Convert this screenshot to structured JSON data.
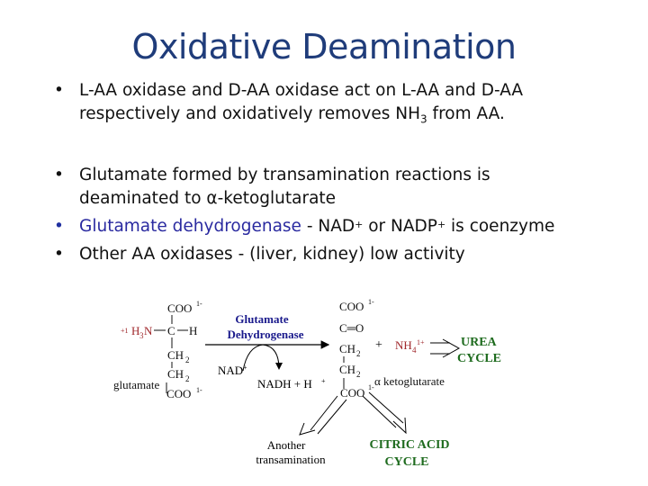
{
  "title": "Oxidative Deamination",
  "bullets": [
    {
      "line1": "L-AA oxidase and D-AA oxidase act on L-AA and D-AA",
      "line2": "respectively and oxidatively removes NH",
      "sub": "3",
      "tail": " from AA."
    },
    {
      "line1": "Glutamate formed by transamination reactions is",
      "line2": "deaminated to α-ketoglutarate"
    },
    {
      "highlight": "Glutamate dehydrogenase",
      "rest1": " - NAD",
      "sup1": "+",
      "rest2": " or NADP",
      "sup2": "+",
      "rest3": " is coenzyme"
    },
    {
      "text": "Other AA oxidases - (liver, kidney) low activity"
    }
  ],
  "diagram": {
    "glutamate": {
      "coo_top": "COO",
      "charge": "1-",
      "amine_charge": "+1",
      "amine": "H",
      "amine_sub": "3",
      "amine_n": "N",
      "c": "C",
      "h": "H",
      "ch2a": "CH",
      "ch2b": "CH",
      "two": "2",
      "coo_bottom": "COO",
      "label": "glutamate"
    },
    "enzyme_line1": "Glutamate",
    "enzyme_line2": "Dehydrogenase",
    "nad": "NAD",
    "nad_sup": "+",
    "nadh": "NADH + H",
    "nadh_sup": "+",
    "ketoglutarate": {
      "coo_top": "COO",
      "charge": "1-",
      "co": "C═O",
      "ch2a": "CH",
      "ch2b": "CH",
      "two": "2",
      "coo_bottom": "COO",
      "label": "α ketoglutarate"
    },
    "plus": "+",
    "nh4": "NH",
    "nh4_sub": "4",
    "nh4_sup": "1+",
    "urea_line1": "UREA",
    "urea_line2": "CYCLE",
    "another_line1": "Another",
    "another_line2": "transamination",
    "citric_line1": "CITRIC ACID",
    "citric_line2": "CYCLE",
    "colors": {
      "title": "#1f3c7a",
      "enzyme": "#1a1a8c",
      "ammonium": "#a0282c",
      "cycle": "#1e6b1e"
    }
  }
}
